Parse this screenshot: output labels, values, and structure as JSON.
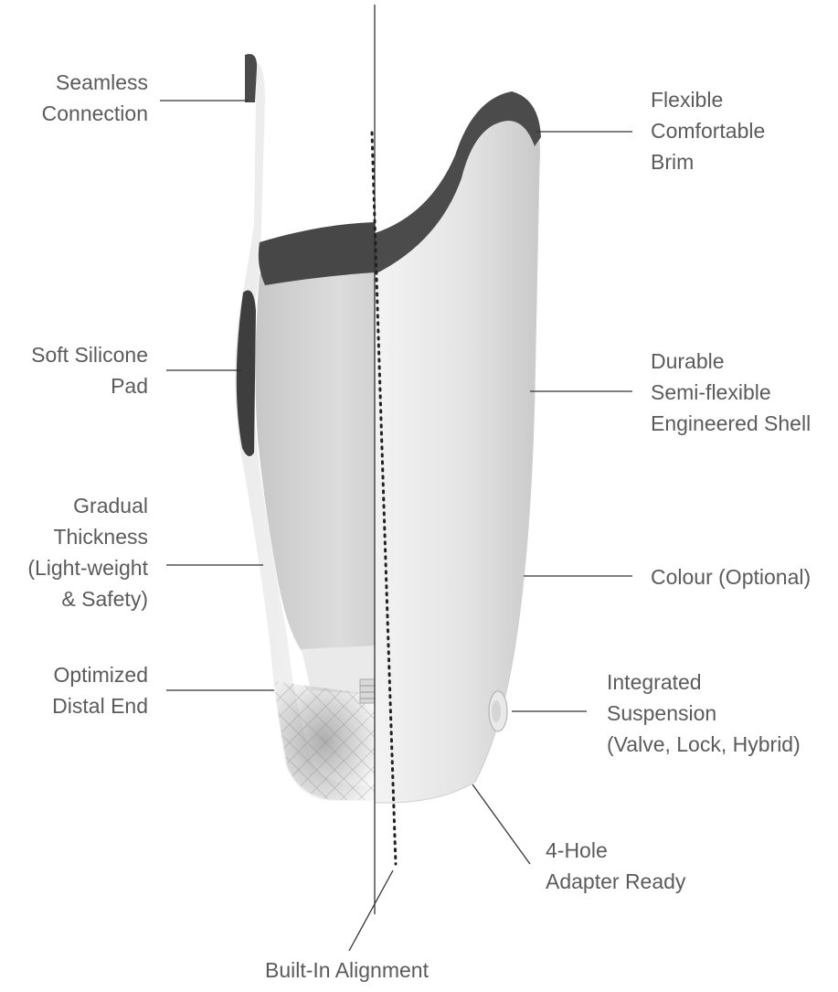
{
  "callouts": {
    "seamless_connection": [
      "Seamless",
      "Connection"
    ],
    "soft_silicone_pad": [
      "Soft Silicone",
      "Pad"
    ],
    "gradual_thickness": [
      "Gradual",
      "Thickness",
      "(Light-weight",
      "& Safety)"
    ],
    "optimized_distal_end": [
      "Optimized",
      "Distal End"
    ],
    "flexible_brim": [
      "Flexible",
      "Comfortable",
      "Brim"
    ],
    "durable_shell": [
      "Durable",
      "Semi-flexible",
      "Engineered Shell"
    ],
    "colour_optional": [
      "Colour (Optional)"
    ],
    "integrated_suspension": [
      "Integrated",
      "Suspension",
      "(Valve, Lock, Hybrid)"
    ],
    "four_hole_adapter": [
      "4-Hole",
      "Adapter Ready"
    ],
    "built_in_alignment": [
      "Built-In Alignment"
    ]
  },
  "colors": {
    "text": "#5b5b5b",
    "leader_line": "#333333",
    "shell_light": "#e6e6e6",
    "shell_shadow": "#cfcfcf",
    "brim_dark": "#4a4a4a",
    "pad_dark": "#3e3e3e"
  }
}
